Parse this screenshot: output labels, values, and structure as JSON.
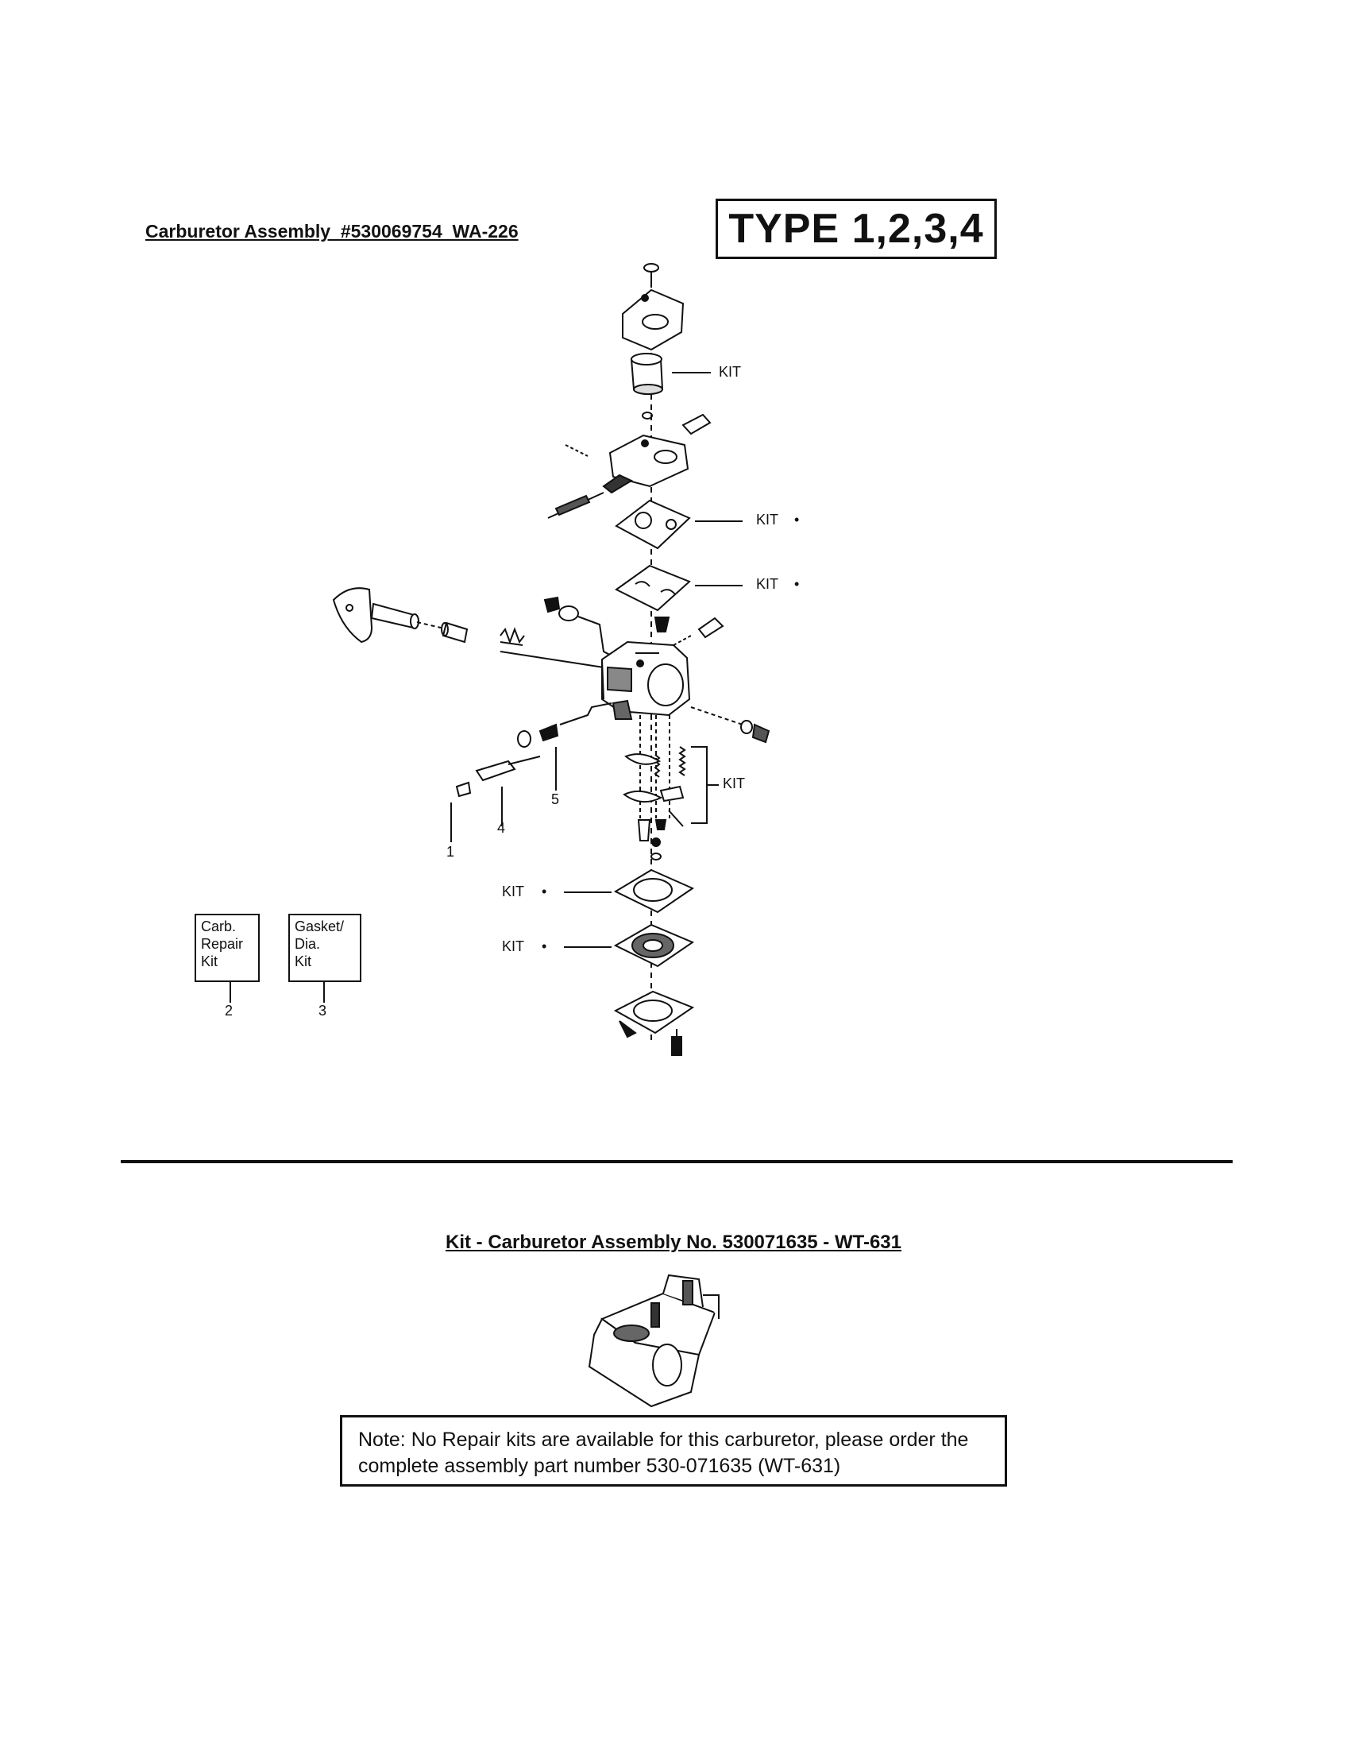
{
  "header": {
    "assembly_title": "Carburetor Assembly  #530069754  WA-226",
    "type_label": "TYPE 1,2,3,4"
  },
  "callouts": {
    "kit_labels": [
      "KIT",
      "KIT",
      "KIT",
      "KIT",
      "KIT",
      "KIT"
    ],
    "bullet": "•",
    "numbers": [
      "1",
      "4",
      "5",
      "2",
      "3"
    ]
  },
  "kit_boxes": {
    "carb_repair_kit": [
      "Carb.",
      "Repair",
      "Kit"
    ],
    "gasket_dia_kit": [
      "Gasket/",
      "Dia.",
      "Kit"
    ]
  },
  "footer": {
    "kit_title": "Kit - Carburetor Assembly No. 530071635 - WT-631",
    "note_line1": "Note: No Repair kits are available for this carburetor, please order the",
    "note_line2": "complete assembly part number 530-071635 (WT-631)"
  }
}
